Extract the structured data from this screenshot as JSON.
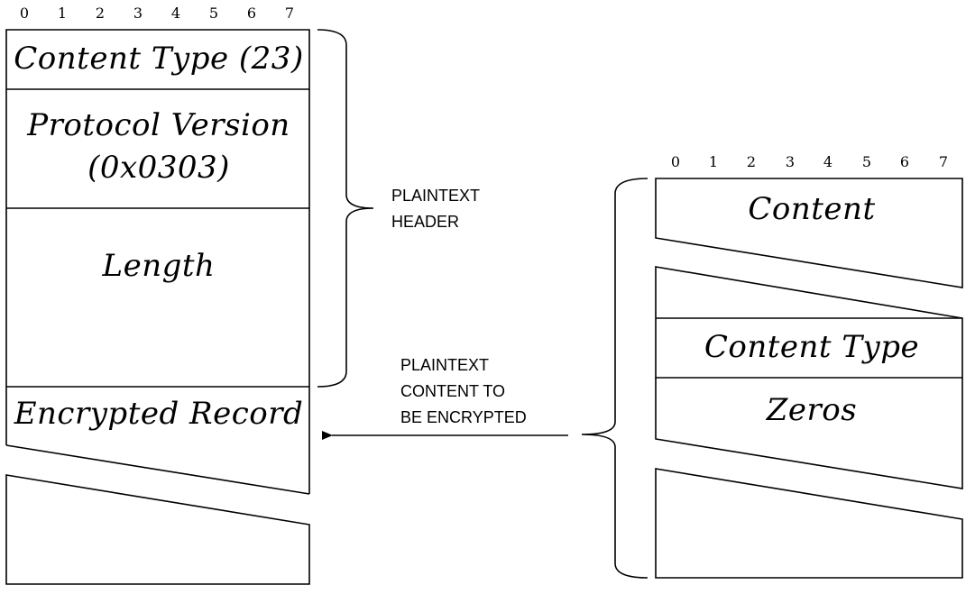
{
  "left_record": {
    "bit_labels": [
      "0",
      "1",
      "2",
      "3",
      "4",
      "5",
      "6",
      "7"
    ],
    "content_type_label": "Content Type (23)",
    "protocol_version_label": [
      "Protocol Version",
      "(0x0303)"
    ],
    "length_label": "Length",
    "encrypted_record_label": "Encrypted Record"
  },
  "right_record": {
    "bit_labels": [
      "0",
      "1",
      "2",
      "3",
      "4",
      "5",
      "6",
      "7"
    ],
    "content_label": "Content",
    "content_type_label": "Content Type",
    "zeros_label": "Zeros"
  },
  "annotations": {
    "header_note": [
      "PLAINTEXT",
      "HEADER"
    ],
    "content_note": [
      "PLAINTEXT",
      "CONTENT TO",
      "BE ENCRYPTED"
    ]
  }
}
